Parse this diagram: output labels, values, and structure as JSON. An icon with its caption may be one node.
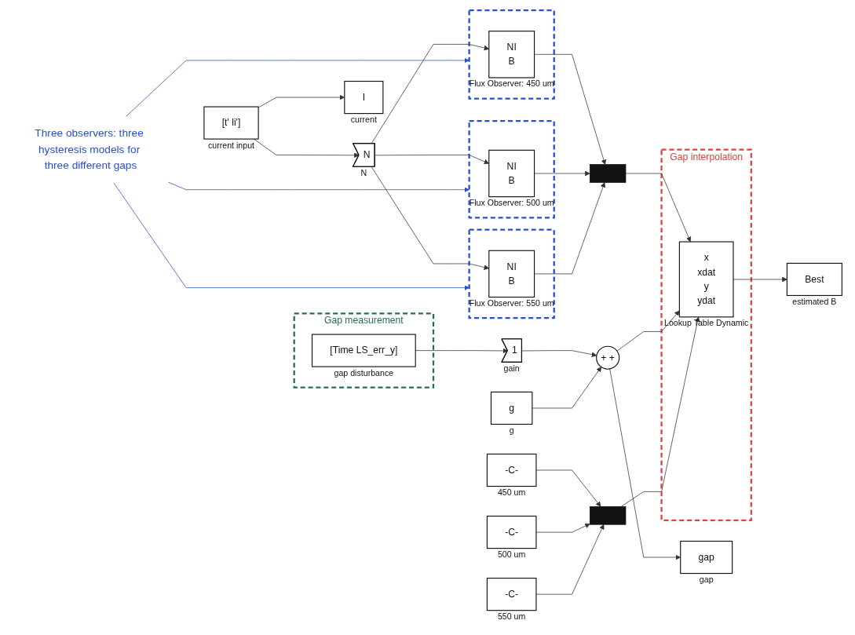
{
  "diagram": {
    "nodes": [
      {
        "text": [
          "[t' li']"
        ],
        "beside": [
          "current input"
        ]
      },
      {
        "text": [
          "I"
        ],
        "beside": [
          "current"
        ]
      },
      {
        "text": [
          "N"
        ],
        "beside": [
          "N"
        ]
      },
      {
        "text": [],
        "shape": "box"
      },
      {
        "text": [
          "NI",
          "B"
        ],
        "beside": [
          "Flux Observer: 450 um"
        ],
        "in": 3
      },
      {
        "text": [],
        "shape": "box"
      },
      {
        "text": [
          "NI",
          "B"
        ],
        "beside": [
          "Flux Observer: 500 um"
        ],
        "in": 5
      },
      {
        "text": [],
        "shape": "box"
      },
      {
        "text": [
          "NI",
          "B"
        ],
        "beside": [
          "Flux Observer: 550 um"
        ],
        "in": 7
      },
      {
        "text": [
          "Three observers: three hysteresis models for three different gaps"
        ]
      },
      {
        "text": [],
        "shape": "bar"
      },
      {
        "text": [
          "Gap interpolation"
        ]
      },
      {
        "text": [
          "x",
          "xdat",
          "y",
          "ydat"
        ],
        "beside": [
          "Lookup Table Dynamic"
        ],
        "in": 11
      },
      {
        "text": [
          "Best"
        ],
        "beside": [
          "estimated B"
        ]
      },
      {
        "text": [
          "Gap measurement"
        ]
      },
      {
        "text": [
          "[Time LS_err_y]"
        ],
        "beside": [
          "gap disturbance"
        ],
        "in": 14
      },
      {
        "text": [
          "1"
        ],
        "beside": [
          "gain"
        ]
      },
      {
        "text": [
          "+ +"
        ]
      },
      {
        "text": [
          "gap"
        ],
        "beside": [
          "gap"
        ]
      },
      {
        "text": [
          "g"
        ],
        "beside": [
          "g"
        ]
      },
      {
        "text": [
          "-C-"
        ],
        "beside": [
          "450 um"
        ]
      },
      {
        "text": [
          "-C-"
        ],
        "beside": [
          "500 um"
        ]
      },
      {
        "text": [
          "-C-"
        ],
        "beside": [
          "550 um"
        ]
      },
      {
        "text": [],
        "shape": "bar"
      }
    ],
    "edges": [
      {
        "from": 0,
        "to": 1,
        "arrow": "to"
      },
      {
        "from": 0,
        "to": 2,
        "arrow": "to"
      },
      {
        "from": 2,
        "to": 4,
        "arrow": "to"
      },
      {
        "from": 2,
        "to": 6,
        "arrow": "to"
      },
      {
        "from": 2,
        "to": 8,
        "arrow": "to"
      },
      {
        "from": 4,
        "to": 10,
        "arrow": "to"
      },
      {
        "from": 6,
        "to": 10,
        "arrow": "to"
      },
      {
        "from": 8,
        "to": 10,
        "arrow": "to"
      },
      {
        "from": 10,
        "to": 12,
        "arrow": "to"
      },
      {
        "from": 12,
        "to": 13,
        "arrow": "to"
      },
      {
        "from": 15,
        "to": 16,
        "arrow": "to"
      },
      {
        "from": 16,
        "to": 17,
        "arrow": "to"
      },
      {
        "from": 19,
        "to": 17,
        "arrow": "to"
      },
      {
        "from": 17,
        "to": 18,
        "arrow": "to"
      },
      {
        "from": 17,
        "to": 12,
        "arrow": "to"
      },
      {
        "from": 20,
        "to": 23,
        "arrow": "to"
      },
      {
        "from": 21,
        "to": 23,
        "arrow": "to"
      },
      {
        "from": 22,
        "to": 23,
        "arrow": "to"
      },
      {
        "from": 23,
        "to": 12,
        "arrow": "to"
      },
      {
        "from": 9,
        "to": 3,
        "arrow": "to",
        "color": "#2a4fc8"
      },
      {
        "from": 9,
        "to": 5,
        "arrow": "to",
        "color": "#2a4fc8"
      },
      {
        "from": 9,
        "to": 7,
        "arrow": "to",
        "color": "#2a4fc8"
      }
    ]
  }
}
